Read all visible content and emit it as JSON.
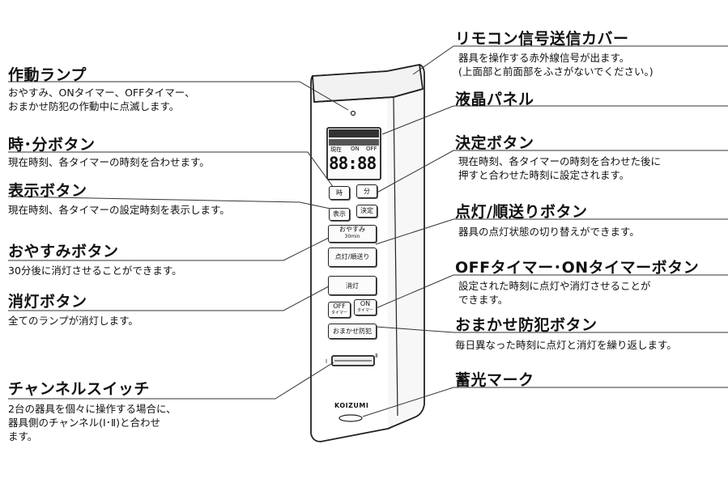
{
  "callouts": {
    "lamp": {
      "title": "作動ランプ",
      "desc": [
        "おやすみ、ONタイマー、OFFタイマー、",
        "おまかせ防犯の作動中に点滅します。"
      ]
    },
    "hour_min": {
      "title": "時･分ボタン",
      "desc": [
        "現在時刻、各タイマーの時刻を合わせます。"
      ]
    },
    "display": {
      "title": "表示ボタン",
      "desc": [
        "現在時刻、各タイマーの設定時刻を表示します。"
      ]
    },
    "oyasumi": {
      "title": "おやすみボタン",
      "desc": [
        "30分後に消灯させることができます。"
      ]
    },
    "off": {
      "title": "消灯ボタン",
      "desc": [
        "全てのランプが消灯します。"
      ]
    },
    "channel": {
      "title": "チャンネルスイッチ",
      "desc": [
        "2台の器具を個々に操作する場合に、",
        "器具側のチャンネル(Ⅰ･Ⅱ)と合わせ",
        "ます。"
      ]
    },
    "cover": {
      "title": "リモコン信号送信カバー",
      "desc": [
        "器具を操作する赤外線信号が出ます。",
        "(上面部と前面部をふさがないでください。)"
      ]
    },
    "lcd": {
      "title": "液晶パネル",
      "desc": []
    },
    "set": {
      "title": "決定ボタン",
      "desc": [
        "現在時刻、各タイマーの時刻を合わせた後に",
        "押すと合わせた時刻に設定されます。"
      ]
    },
    "light": {
      "title": "点灯/順送りボタン",
      "desc": [
        "器具の点灯状態の切り替えができます。"
      ]
    },
    "timer": {
      "title": "OFFタイマー･ONタイマーボタン",
      "desc": [
        "設定された時刻に点灯や消灯させることが",
        "できます。"
      ]
    },
    "security": {
      "title": "おまかせ防犯ボタン",
      "desc": [
        "毎日異なった時刻に点灯と消灯を繰り返します。"
      ]
    },
    "glow": {
      "title": "蓄光マーク",
      "desc": []
    }
  },
  "remote": {
    "lcd_labels": {
      "now": "現在",
      "on": "ON",
      "off": "OFF"
    },
    "lcd_digits": "88:88",
    "btn_hour": "時",
    "btn_min": "分",
    "btn_display": "表示",
    "btn_set": "決定",
    "btn_oyasumi": "おやすみ",
    "btn_oyasumi_sub": "30min",
    "btn_light": "点灯/順送り",
    "btn_off": "消灯",
    "btn_offtimer": "OFF",
    "btn_offtimer_sub": "タイマー",
    "btn_ontimer": "ON",
    "btn_ontimer_sub": "タイマー",
    "btn_security": "おまかせ防犯",
    "ch1": "Ⅰ",
    "ch2": "Ⅱ",
    "logo": "KOIZUMI"
  }
}
